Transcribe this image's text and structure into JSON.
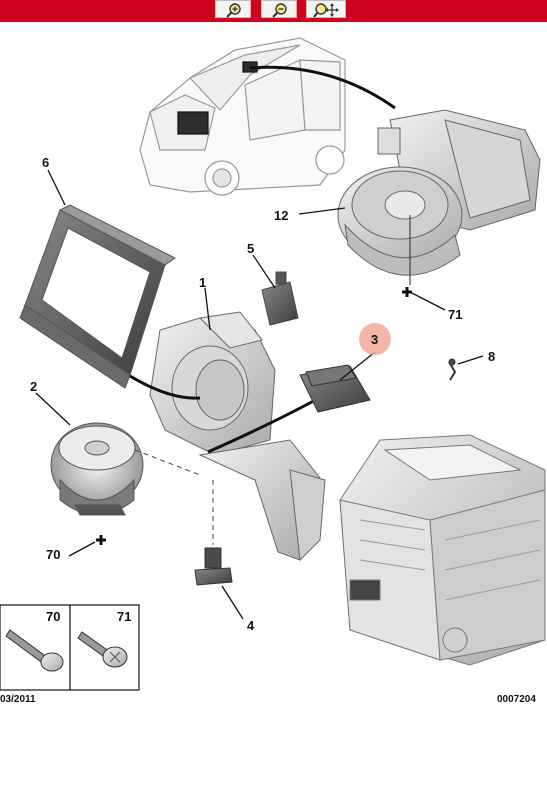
{
  "toolbar": {
    "background": "#d0021b",
    "buttons": [
      {
        "icon": "zoom-in-icon"
      },
      {
        "icon": "zoom-out-icon"
      },
      {
        "icon": "zoom-pan-icon"
      }
    ]
  },
  "callouts": {
    "c1": "1",
    "c2": "2",
    "c3": "3",
    "c4": "4",
    "c5": "5",
    "c6": "6",
    "c8": "8",
    "c12": "12",
    "c70": "70",
    "c71": "71"
  },
  "highlight_color": "#f5a89a",
  "fastener_table": {
    "col1_label": "70",
    "col2_label": "71"
  },
  "footer": {
    "date": "03/2011",
    "reference": "0007204"
  }
}
